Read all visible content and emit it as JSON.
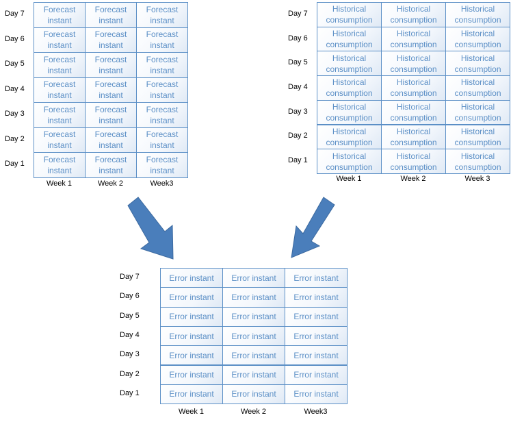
{
  "forecast": {
    "cell_text": "Forecast\ninstant",
    "rows": [
      "Day 7",
      "Day 6",
      "Day 5",
      "Day 4",
      "Day 3",
      "Day 2",
      "Day 1"
    ],
    "cols": [
      "Week 1",
      "Week 2",
      "Week3"
    ]
  },
  "historical": {
    "cell_text": "Historical\nconsumption",
    "rows": [
      "Day 7",
      "Day 6",
      "Day 5",
      "Day 4",
      "Day 3",
      "Day 2",
      "Day 1"
    ],
    "cols": [
      "Week 1",
      "Week 2",
      "Week 3"
    ]
  },
  "error": {
    "cell_text": "Error instant",
    "rows": [
      "Day 7",
      "Day 6",
      "Day 5",
      "Day 4",
      "Day 3",
      "Day 2",
      "Day 1"
    ],
    "cols": [
      "Week 1",
      "Week 2",
      "Week3"
    ]
  },
  "colors": {
    "border": "#5b8fc6",
    "text": "#5b8fc6",
    "arrow": "#4a7ebb"
  }
}
